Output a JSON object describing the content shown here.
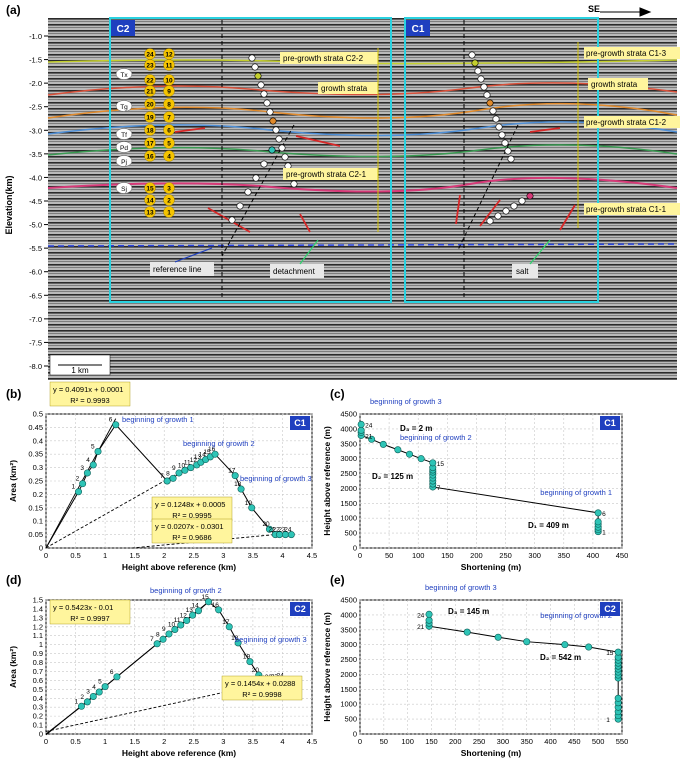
{
  "panels": {
    "a": {
      "label": "(a)",
      "direction_label": "SE",
      "ylabel": "Elevation(km)",
      "ylim": [
        -8.3,
        -0.8
      ],
      "yticks": [
        "-1.0",
        "-1.5",
        "-2.0",
        "-2.5",
        "-3.0",
        "-3.5",
        "-4.0",
        "-4.5",
        "-5.0",
        "-5.5",
        "-6.0",
        "-6.5",
        "-7.0",
        "-7.5",
        "-8.0"
      ],
      "box_c2": "C2",
      "box_c1": "C1",
      "scale_bar": "1 km",
      "annotations": {
        "pre_growth_c2_2": "pre-growth strata C2-2",
        "growth_c2": "growth strata",
        "pre_growth_c2_1": "pre-growth strata C2-1",
        "pre_growth_c1_3": "pre-growth strata C1-3",
        "growth_c1": "growth strata",
        "pre_growth_c1_2": "pre-growth strata C1-2",
        "pre_growth_c1_1": "pre-growth strata C1-1",
        "reference_line": "reference line",
        "detachment": "detachment",
        "salt": "salt"
      },
      "strata_labels": [
        "Tx",
        "Tg",
        "Tf",
        "Pd",
        "Pj",
        "Sj"
      ],
      "horizon_numbers": [
        "24",
        "23",
        "22",
        "21",
        "20",
        "19",
        "18",
        "17",
        "16",
        "15",
        "14",
        "13",
        "12",
        "11",
        "10",
        "9",
        "8",
        "7",
        "6",
        "5",
        "4",
        "3",
        "2",
        "1"
      ]
    },
    "b": {
      "label": "(b)",
      "tag": "C1",
      "xlabel": "Height above reference (km)",
      "ylabel": "Area (km²)",
      "equations": [
        {
          "text": "y = 0.4091x + 0.0001",
          "r2": "R² = 0.9993"
        },
        {
          "text": "y = 0.1248x + 0.0005",
          "r2": "R² = 0.9995"
        },
        {
          "text": "y = 0.0207x - 0.0301",
          "r2": "R² = 0.9686"
        }
      ],
      "annotations": [
        "beginning of growth 1",
        "beginning of growth 2",
        "beginning of growth 3"
      ]
    },
    "c": {
      "label": "(c)",
      "tag": "C1",
      "xlabel": "Shortening (m)",
      "ylabel": "Height above reference (m)",
      "annotations": [
        "beginning of growth 3",
        "beginning of growth 2",
        "beginning of growth 1"
      ],
      "d_labels": [
        "D₃ = 2 m",
        "D₂ = 125 m",
        "D₁ = 409 m"
      ]
    },
    "d": {
      "label": "(d)",
      "tag": "C2",
      "xlabel": "Height above reference (km)",
      "ylabel": "Area (km²)",
      "equations": [
        {
          "text": "y = 0.5423x - 0.01",
          "r2": "R² = 0.9997"
        },
        {
          "text": "y = 0.1454x + 0.0288",
          "r2": "R² = 0.9998"
        }
      ],
      "annotations": [
        "beginning of growth 2",
        "beginning of growth 3"
      ]
    },
    "e": {
      "label": "(e)",
      "tag": "C2",
      "xlabel": "Shortening (m)",
      "ylabel": "Height above reference (m)",
      "annotations": [
        "beginning of growth 3",
        "beginning of growth 2"
      ],
      "d_labels": [
        "D₃ = 145 m",
        "D₂ = 542 m"
      ]
    }
  },
  "colors": {
    "point_fill": "#2ec4b6",
    "annotation_blue": "#1f3fbf",
    "label_bg": "#fff59d",
    "box_cyan": "#2ad2e0",
    "tag_bg": "#1f3fbf"
  },
  "chart_data": [
    {
      "type": "scatter",
      "panel": "b",
      "xlabel": "Height above reference (km)",
      "ylabel": "Area (km²)",
      "xlim": [
        0,
        4.5
      ],
      "ylim": [
        0,
        0.5
      ],
      "xticks": [
        0,
        0.5,
        1,
        1.5,
        2,
        2.5,
        3,
        3.5,
        4,
        4.5
      ],
      "yticks": [
        0,
        0.05,
        0.1,
        0.15,
        0.2,
        0.25,
        0.3,
        0.35,
        0.4,
        0.45,
        0.5
      ],
      "x": [
        0.55,
        0.62,
        0.7,
        0.8,
        0.88,
        1.18,
        2.05,
        2.15,
        2.25,
        2.35,
        2.45,
        2.55,
        2.62,
        2.7,
        2.78,
        2.86,
        3.2,
        3.3,
        3.48,
        3.78,
        3.88,
        3.95,
        4.05,
        4.15
      ],
      "y": [
        0.21,
        0.24,
        0.28,
        0.31,
        0.36,
        0.46,
        0.25,
        0.26,
        0.28,
        0.29,
        0.3,
        0.31,
        0.32,
        0.33,
        0.34,
        0.35,
        0.27,
        0.22,
        0.15,
        0.07,
        0.05,
        0.05,
        0.05,
        0.05
      ],
      "labels": [
        "1",
        "2",
        "3",
        "4",
        "5",
        "6",
        "7",
        "8",
        "9",
        "10",
        "11",
        "12",
        "13",
        "14",
        "15",
        "16",
        "17",
        "18",
        "19",
        "20",
        "21",
        "22",
        "23",
        "24"
      ],
      "fits": [
        {
          "slope": 0.4091,
          "intercept": 0.0001,
          "xrange": [
            0,
            1.18
          ]
        },
        {
          "slope": 0.1248,
          "intercept": 0.0005,
          "xrange": [
            0,
            2.86
          ]
        },
        {
          "slope": 0.0207,
          "intercept": -0.0301,
          "xrange": [
            1.45,
            4.15
          ]
        }
      ]
    },
    {
      "type": "line",
      "panel": "c",
      "xlabel": "Shortening (m)",
      "ylabel": "Height above reference (m)",
      "xlim": [
        0,
        450
      ],
      "ylim": [
        0,
        4500
      ],
      "xticks": [
        0,
        50,
        100,
        150,
        200,
        250,
        300,
        350,
        400,
        450
      ],
      "yticks": [
        0,
        500,
        1000,
        1500,
        2000,
        2500,
        3000,
        3500,
        4000,
        4500
      ],
      "x": [
        409,
        409,
        409,
        409,
        409,
        409,
        125,
        125,
        125,
        125,
        125,
        125,
        125,
        125,
        125,
        105,
        85,
        65,
        40,
        20,
        2,
        2,
        2,
        2
      ],
      "y": [
        550,
        620,
        700,
        800,
        880,
        1180,
        2050,
        2150,
        2250,
        2350,
        2450,
        2550,
        2620,
        2700,
        2860,
        3000,
        3150,
        3300,
        3480,
        3650,
        3780,
        3880,
        3950,
        4150
      ],
      "labels": [
        "1",
        "2",
        "3",
        "4",
        "5",
        "6",
        "7",
        "8",
        "9",
        "10",
        "11",
        "12",
        "13",
        "14",
        "15",
        "16",
        "17",
        "18",
        "19",
        "20",
        "21",
        "22",
        "23",
        "24"
      ]
    },
    {
      "type": "scatter",
      "panel": "d",
      "xlabel": "Height above reference (km)",
      "ylabel": "Area (km²)",
      "xlim": [
        0,
        4.5
      ],
      "ylim": [
        0,
        1.5
      ],
      "xticks": [
        0,
        0.5,
        1,
        1.5,
        2,
        2.5,
        3,
        3.5,
        4,
        4.5
      ],
      "yticks": [
        0,
        0.1,
        0.2,
        0.3,
        0.4,
        0.5,
        0.6,
        0.7,
        0.8,
        0.9,
        1,
        1.1,
        1.2,
        1.3,
        1.4,
        1.5
      ],
      "x": [
        0.6,
        0.7,
        0.8,
        0.9,
        1.0,
        1.2,
        1.88,
        1.98,
        2.08,
        2.18,
        2.28,
        2.38,
        2.48,
        2.58,
        2.75,
        2.92,
        3.1,
        3.25,
        3.45,
        3.6,
        3.7,
        3.82,
        3.92,
        4.02
      ],
      "y": [
        0.31,
        0.36,
        0.42,
        0.47,
        0.53,
        0.64,
        1.01,
        1.06,
        1.12,
        1.17,
        1.22,
        1.27,
        1.33,
        1.38,
        1.48,
        1.39,
        1.2,
        1.02,
        0.81,
        0.66,
        0.57,
        0.58,
        0.59,
        0.6
      ],
      "labels": [
        "1",
        "2",
        "3",
        "4",
        "5",
        "6",
        "7",
        "8",
        "9",
        "10",
        "11",
        "12",
        "13",
        "14",
        "15",
        "16",
        "17",
        "18",
        "19",
        "20",
        "21",
        "22",
        "23",
        "24"
      ],
      "fits": [
        {
          "slope": 0.5423,
          "intercept": -0.01,
          "xrange": [
            0,
            2.75
          ]
        },
        {
          "slope": 0.1454,
          "intercept": 0.0288,
          "xrange": [
            0,
            4.02
          ]
        }
      ]
    },
    {
      "type": "line",
      "panel": "e",
      "xlabel": "Shortening (m)",
      "ylabel": "Height above reference (m)",
      "xlim": [
        0,
        550
      ],
      "ylim": [
        0,
        4500
      ],
      "xticks": [
        0,
        50,
        100,
        150,
        200,
        250,
        300,
        350,
        400,
        450,
        500,
        550
      ],
      "yticks": [
        0,
        500,
        1000,
        1500,
        2000,
        2500,
        3000,
        3500,
        4000,
        4500
      ],
      "x": [
        542,
        542,
        542,
        542,
        542,
        542,
        542,
        542,
        542,
        542,
        542,
        542,
        542,
        542,
        542,
        480,
        430,
        350,
        290,
        225,
        145,
        145,
        145,
        145
      ],
      "y": [
        500,
        620,
        750,
        900,
        1050,
        1200,
        1880,
        1980,
        2080,
        2180,
        2280,
        2380,
        2480,
        2580,
        2750,
        2920,
        3000,
        3100,
        3250,
        3420,
        3620,
        3720,
        3820,
        4020
      ],
      "labels": [
        "1",
        "2",
        "3",
        "4",
        "5",
        "6",
        "7",
        "8",
        "9",
        "10",
        "11",
        "12",
        "13",
        "14",
        "15",
        "16",
        "17",
        "18",
        "19",
        "20",
        "21",
        "22",
        "23",
        "24"
      ]
    }
  ]
}
